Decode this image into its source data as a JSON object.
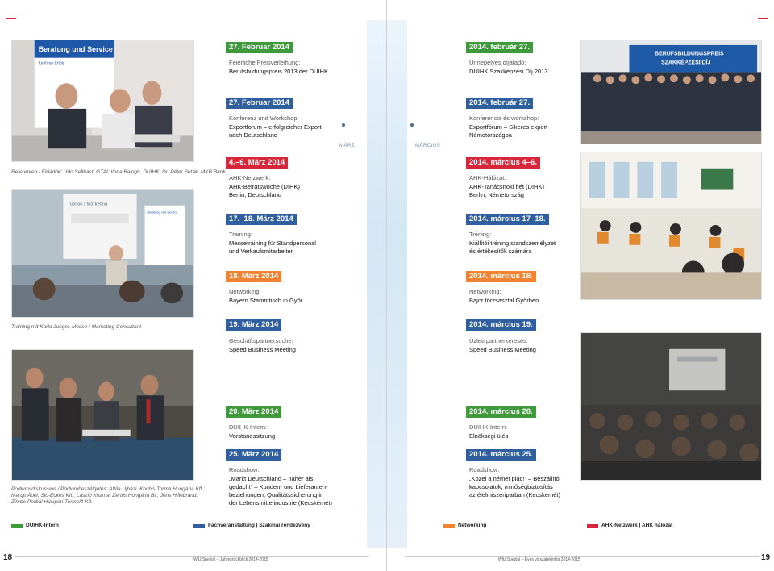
{
  "colors": {
    "duihk": "#3f9a3c",
    "fachveranstaltung": "#2f5f9e",
    "networking": "#f08232",
    "ahk_netzwerk": "#d7263a"
  },
  "months": {
    "left": "MÄRZ",
    "right": "MÁRCIUS"
  },
  "captions": {
    "c1": "Referenten / Előadók: Udo Sellhast, GTAI; Ilona Balogh, DUIHK; Dr. Péter Suták, MKB Bank",
    "c2": "Training mit Karla Juegel, Messe / Marketing Consultant",
    "c3_l1": "Podiumsdiskussion / Pódiumbeszélgetés: Attila Újházi, Koch's Torma Hungária Kft.;",
    "c3_l2": "Margit Ápel, Sió-Eckes Kft.; László Kozma, Zentis Hungária Bt.; Jens Hillebrand,",
    "c3_l3": "Zimbo Perbál Húsipari Termelő Kft."
  },
  "photo_text": {
    "banner1": "Beratung und Service",
    "banner1_sub": "für Ihren Erfolg",
    "banner2_l1": "BERUFSBILDUNGSPREIS",
    "banner2_l2": "SZAKKÉPZÉSI DÍJ",
    "banner3": "Stilian | Marketing",
    "banner4": "Beratung und Service"
  },
  "events_de": [
    {
      "date": "27. Februar 2014",
      "type": "Feierliche Preisverleihung:",
      "title": "Berufsbildungspreis 2013 der DUIHK"
    },
    {
      "date": "27. Februar 2014",
      "type": "Konferenz und Workshop:",
      "title1": "Exportforum – erfolgreicher Export",
      "title2": "nach Deutschland"
    },
    {
      "date": "4.–6. März 2014",
      "type": "AHK-Netzwerk:",
      "title1": "AHK-Beiratswoche (DIHK)",
      "title2": "Berlin, Deutschland"
    },
    {
      "date": "17.–18. März 2014",
      "type": "Training:",
      "title1": "Messetraining für Standpersonal",
      "title2": "und Verkaufsmitarbeiter"
    },
    {
      "date": "18. März 2014",
      "type": "Networking:",
      "title": "Bayern Stammtisch in Győr"
    },
    {
      "date": "19. März 2014",
      "type": "Geschäftspartnersuche:",
      "title": "Speed Business Meeting"
    },
    {
      "date": "20. März 2014",
      "type": "DUIHK-Intern:",
      "title": "Vorstandssitzung"
    },
    {
      "date": "25. März 2014",
      "type": "Roadshow:",
      "title1": "„Markt Deutschland – näher als",
      "title2": "gedacht“ – Kunden- und Lieferanten-",
      "title3": "beziehungen, Qualitätssicherung in",
      "title4": "der Lebensmittelindustrie (Kecskemét)"
    }
  ],
  "events_hu": [
    {
      "date": "2014. február 27.",
      "type": "Ünnepélyes díjátadó:",
      "title": "DUIHK Szakképzési Díj 2013"
    },
    {
      "date": "2014. február 27.",
      "type": "Konferencia és workshop:",
      "title1": "Exportfórum – Sikeres export",
      "title2": "Németországba"
    },
    {
      "date": "2014. március 4–6.",
      "type": "AHK-Hálózat:",
      "title1": "AHK-Tanácsnoki hét (DIHK)",
      "title2": "Berlin, Németország"
    },
    {
      "date": "2014. március 17–18.",
      "type": "Tréning:",
      "title1": "Kiállítói tréning standszemélyzet",
      "title2": "és értékesítők számára"
    },
    {
      "date": "2014. március 18.",
      "type": "Networking:",
      "title": "Bajor törzsasztal Győrben"
    },
    {
      "date": "2014. március 19.",
      "type": "Üzleti partnerkeresés:",
      "title": "Speed Business Meeting"
    },
    {
      "date": "2014. március 20.",
      "type": "DUIHK-Intern:",
      "title": "Elnökségi ülés"
    },
    {
      "date": "2014. március 25.",
      "type": "Roadshow:",
      "title1": "„Közel a német piac!” – Beszállítói",
      "title2": "kapcsolatok, minőségbiztosítás",
      "title3": "az élelmiszeriparban (Kecskemét)"
    }
  ],
  "legend": {
    "duihk": "DUIHK-Intern",
    "fach": "Fachveranstaltung | Szakmai rendezvény",
    "net": "Networking",
    "ahk": "AHK-Netzwerk | AHK hálózat"
  },
  "footer": {
    "page_left": "18",
    "page_right": "19",
    "left_text": "WiU Spezial – Jahresrückblick 2014-2015",
    "right_text": "WiU Spezial – Éves visszatekintés 2014-2015"
  }
}
